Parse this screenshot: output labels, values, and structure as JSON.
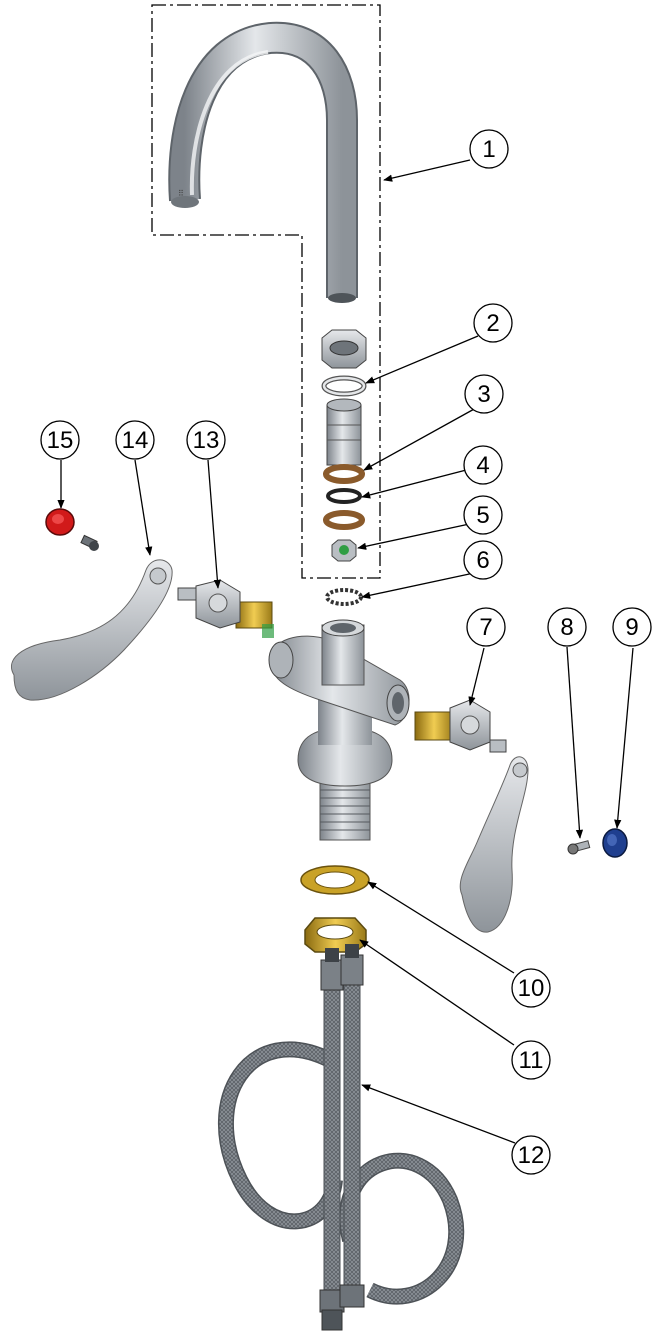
{
  "diagram": {
    "type": "exploded-parts-view",
    "callouts": [
      {
        "id": "1",
        "label": "1"
      },
      {
        "id": "2",
        "label": "2"
      },
      {
        "id": "3",
        "label": "3"
      },
      {
        "id": "4",
        "label": "4"
      },
      {
        "id": "5",
        "label": "5"
      },
      {
        "id": "6",
        "label": "6"
      },
      {
        "id": "7",
        "label": "7"
      },
      {
        "id": "8",
        "label": "8"
      },
      {
        "id": "9",
        "label": "9"
      },
      {
        "id": "10",
        "label": "10"
      },
      {
        "id": "11",
        "label": "11"
      },
      {
        "id": "12",
        "label": "12"
      },
      {
        "id": "13",
        "label": "13"
      },
      {
        "id": "14",
        "label": "14"
      },
      {
        "id": "15",
        "label": "15"
      }
    ],
    "colors": {
      "metal": "#9aa0a6",
      "metal_light": "#d6d9dc",
      "brass": "#c9a227",
      "copper": "#8a5a2b",
      "red_cap": "#d11a1a",
      "blue_cap": "#1f3f8f",
      "green_seat": "#2f9e44",
      "line": "#000000"
    }
  }
}
